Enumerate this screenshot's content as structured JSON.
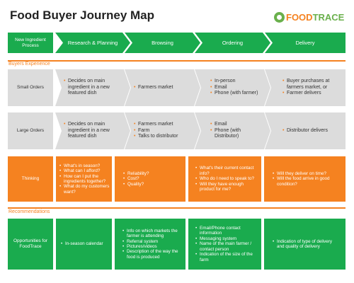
{
  "title": "Food Buyer Journey Map",
  "logo": {
    "part1": "FOOD",
    "part2": "TRACE",
    "icon": "leaf-circle-icon"
  },
  "colors": {
    "green": "#1aab4e",
    "orange": "#f58220",
    "gray": "#dcdcdc"
  },
  "phases": [
    "New Ingredient Process",
    "Research & Planning",
    "Browsing",
    "Ordering",
    "Delivery"
  ],
  "sections": {
    "buyers": "Buyers Experience",
    "recommendations": "Recommendations"
  },
  "rows": {
    "small": {
      "label": "Small Orders",
      "cells": [
        [
          "Decides on main ingredient in a new featured dish"
        ],
        [
          "Farmers market"
        ],
        [
          "In-person",
          "Email",
          "Phone (with farmer)"
        ],
        [
          "Buyer purchases at farmers market, or",
          "Farmer delivers"
        ]
      ]
    },
    "large": {
      "label": "Large Orders",
      "cells": [
        [
          "Decides on main ingredient in a new featured dish"
        ],
        [
          "Farmers market",
          "Farm",
          "Talks to distributor"
        ],
        [
          "Email",
          "Phone (with Distributor)"
        ],
        [
          "Distributor delivers"
        ]
      ]
    },
    "thinking": {
      "label": "Thinking",
      "cells": [
        [
          "What's in season?",
          "What can I afford?",
          "How can I put the ingredients together?",
          "What do my customers want?"
        ],
        [
          "Reliability?",
          "Cost?",
          "Quality?"
        ],
        [
          "What's their current contact info?",
          "Who do I need to speak to?",
          "Will they have enough product for me?"
        ],
        [
          "Will they deliver on time?",
          "Will the food arrive in good condition?"
        ]
      ]
    },
    "opportunities": {
      "label": "Opportunities for FoodTrace",
      "cells": [
        [
          "In-season calendar"
        ],
        [
          "Info on which markets the farmer is attending",
          "Referral system",
          "Pictures/videos",
          "Description of the way the food is produced"
        ],
        [
          "Email/Phone contact information",
          "Messaging system",
          "Name of the main farmer / contact person",
          "Indication of the size of the farm"
        ],
        [
          "Indication of type of delivery and quality of delivery"
        ]
      ]
    }
  }
}
